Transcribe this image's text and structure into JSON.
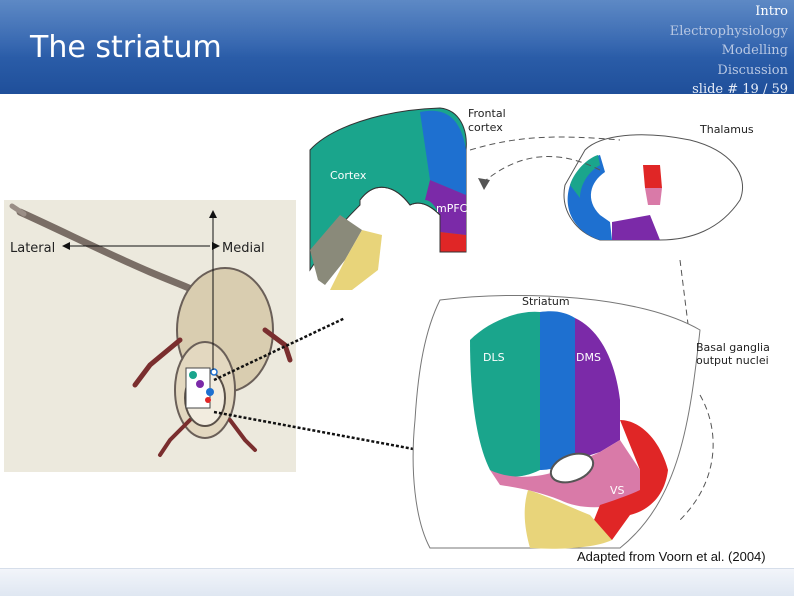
{
  "slide": {
    "title": "The striatum",
    "nav": [
      "Intro",
      "Electrophysiology",
      "Modelling",
      "Discussion"
    ],
    "slide_counter": "slide # 19 / 59",
    "credit": "Adapted from Voorn et al. (2004)"
  },
  "rat_figure": {
    "lateral_label": "Lateral",
    "medial_label": "Medial"
  },
  "diagram": {
    "labels": {
      "frontal_cortex_1": "Frontal",
      "frontal_cortex_2": "cortex",
      "thalamus": "Thalamus",
      "cortex": "Cortex",
      "mpfc": "mPFC",
      "striatum": "Striatum",
      "dls": "DLS",
      "dms": "DMS",
      "vs": "VS",
      "bg_output_1": "Basal ganglia",
      "bg_output_2": "output nuclei"
    },
    "colors": {
      "dls": "#1aa58c",
      "dms_blue": "#1e70d0",
      "dms_purple": "#7b2aa8",
      "pink": "#d97aa8",
      "red": "#e02626",
      "yellow": "#e8d47a",
      "grey": "#8a8a7a"
    }
  }
}
